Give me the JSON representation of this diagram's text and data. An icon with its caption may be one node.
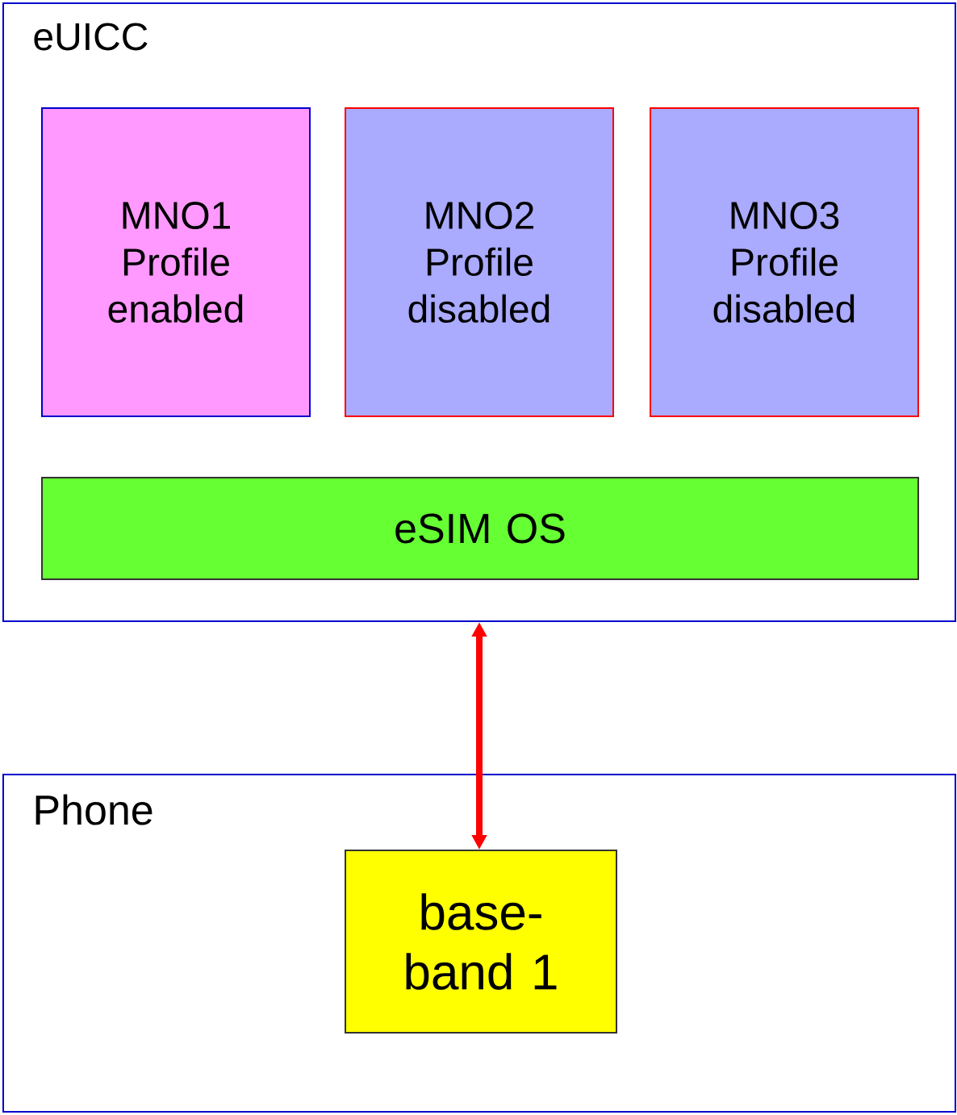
{
  "diagram": {
    "nodes": [
      {
        "text": [
          "eUICC"
        ]
      },
      {
        "text": [
          "MNO1 Profile enabled"
        ],
        "in": 0
      },
      {
        "text": [
          "MNO2 Profile disabled"
        ],
        "in": 0
      },
      {
        "text": [
          "MNO3 Profile disabled"
        ],
        "in": 0
      },
      {
        "text": [
          "eSIM OS"
        ],
        "in": 0
      },
      {
        "text": [
          "Phone"
        ]
      },
      {
        "text": [
          "base- band 1"
        ],
        "in": 5
      }
    ],
    "edges": [
      {
        "from": 0,
        "to": 6,
        "arrow": "both",
        "color": "#ff0000"
      }
    ]
  }
}
